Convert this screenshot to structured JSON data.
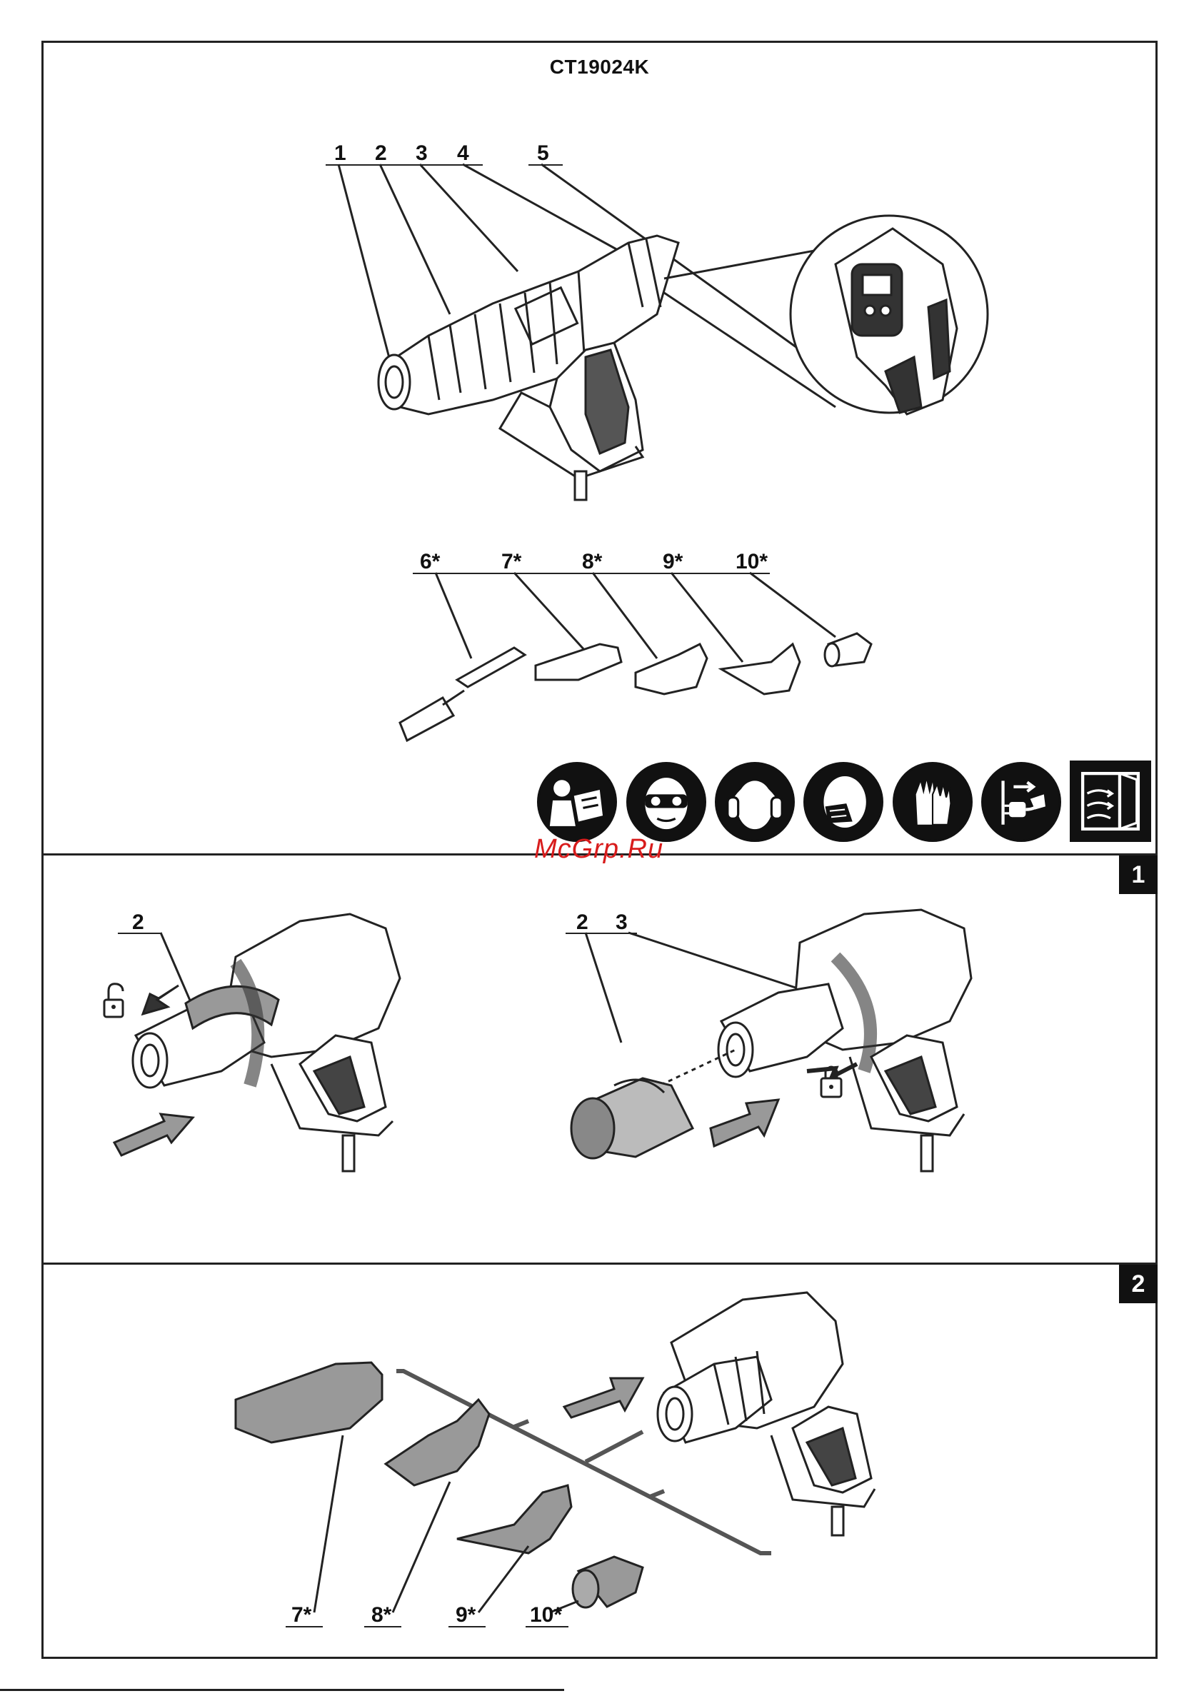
{
  "model": "CT19024K",
  "overview": {
    "part_labels": [
      "1",
      "2",
      "3",
      "4",
      "5"
    ],
    "accessory_labels": [
      "6*",
      "7*",
      "8*",
      "9*",
      "10*"
    ]
  },
  "safety_icons": [
    {
      "name": "read-manual-icon"
    },
    {
      "name": "safety-goggles-icon"
    },
    {
      "name": "ear-protection-icon"
    },
    {
      "name": "dust-mask-icon"
    },
    {
      "name": "protective-gloves-icon"
    },
    {
      "name": "unplug-before-service-icon"
    },
    {
      "name": "ventilation-window-icon"
    }
  ],
  "watermark": "McGrp.Ru",
  "figure1": {
    "badge": "1",
    "left_labels": [
      "2"
    ],
    "right_labels": [
      "2",
      "3"
    ]
  },
  "figure2": {
    "badge": "2",
    "labels": [
      "7*",
      "8*",
      "9*",
      "10*"
    ]
  }
}
